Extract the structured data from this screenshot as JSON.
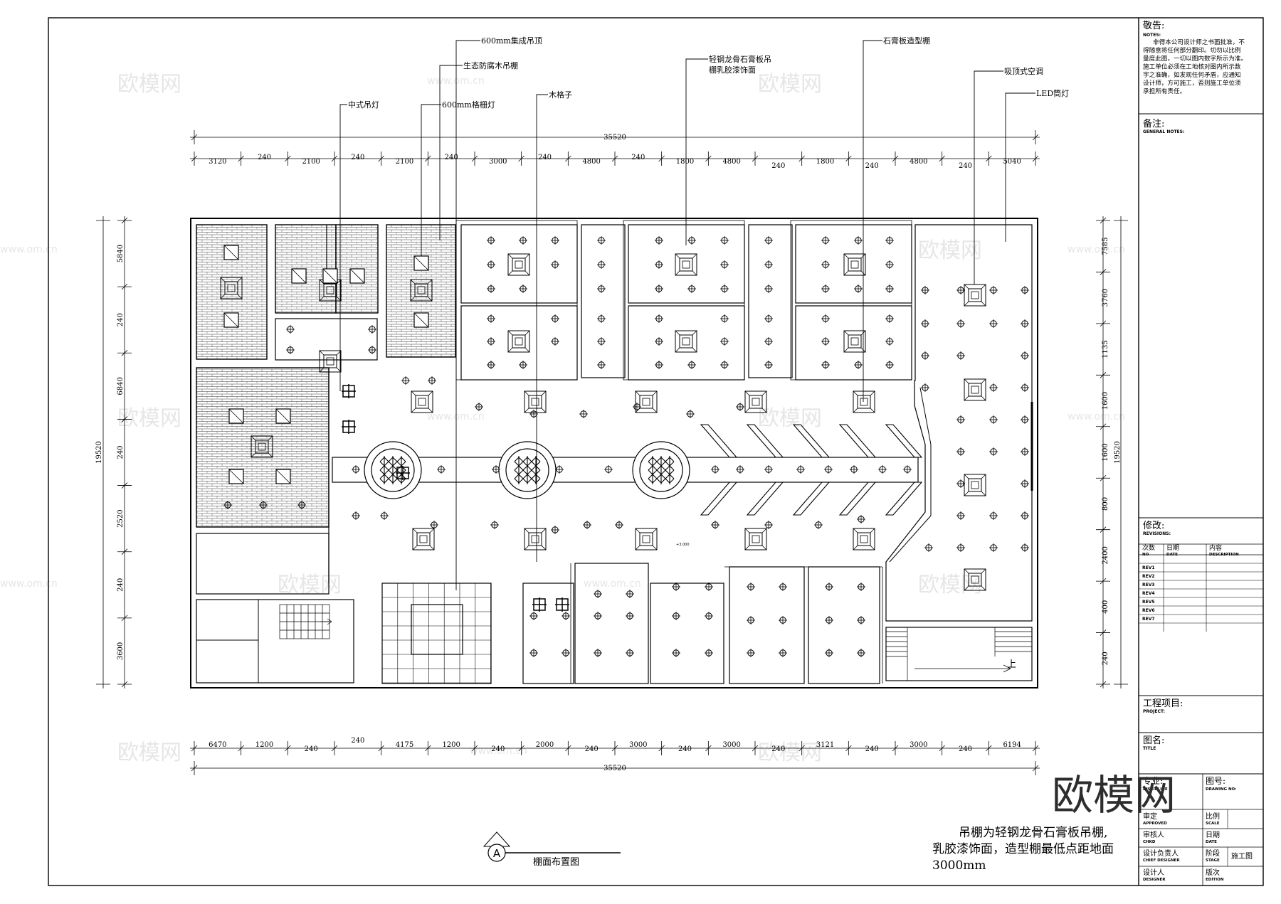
{
  "callouts": {
    "ceiling_600": "600mm集成吊顶",
    "wood_grille": "生态防腐木吊棚",
    "chinese_lamp": "中式吊灯",
    "grille_lamp": "600mm格栅灯",
    "wood_lattice": "木格子",
    "gypsum_finish_1": "轻钢龙骨石膏板吊",
    "gypsum_finish_2": "棚乳胶漆饰面",
    "gypsum_shaped": "石膏板造型棚",
    "ceiling_ac": "吸顶式空调",
    "led_downlight": "LED筒灯"
  },
  "dims_top": {
    "total": "35520",
    "segments": [
      "3120",
      "240",
      "2100",
      "240",
      "2100",
      "240",
      "3000",
      "240",
      "4800",
      "240",
      "1800",
      "4800",
      "240",
      "1800",
      "240",
      "4800",
      "240",
      "5040"
    ]
  },
  "dims_bottom": {
    "total": "35520",
    "segments": [
      "6470",
      "1200",
      "240",
      "240",
      "4175",
      "1200",
      "240",
      "2000",
      "240",
      "3000",
      "240",
      "3000",
      "240",
      "3121",
      "240",
      "3000",
      "240",
      "6194"
    ]
  },
  "dims_left": {
    "total": "19520",
    "segments": [
      "5840",
      "240",
      "6840",
      "240",
      "2520",
      "240",
      "3600"
    ]
  },
  "dims_right": {
    "total": "19520",
    "segments": [
      "7585",
      "3760",
      "1135",
      "1600",
      "1600",
      "800",
      "2400",
      "400",
      "240"
    ]
  },
  "room_labels": {
    "stair_up": "上",
    "elevation_tag": "+3.000"
  },
  "section_mark": {
    "letter": "A",
    "title": "棚面布置图"
  },
  "note": {
    "line1": "吊棚为轻钢龙骨石膏板吊棚,",
    "line2": "乳胶漆饰面，造型棚最低点距地面",
    "line3": "3000mm"
  },
  "title_block": {
    "notes_cn": "敬告:",
    "notes_en": "NOTES:",
    "notes_body": [
      "非得本公司设计师之书面批准，不",
      "得随意将任何部分翻印。切勿以比例",
      "量度此图，一切以图内数字所示为准。",
      "施工单位必须在工地核对图内所示数",
      "字之准确，如发现任何矛盾，应通知",
      "设计师，方可施工，否则施工单位须",
      "承担所有责任。"
    ],
    "general_cn": "备注:",
    "general_en": "GENERAL NOTES:",
    "revisions_cn": "修改:",
    "revisions_en": "REVISIONS:",
    "rev_headers": [
      [
        "次数",
        "NO"
      ],
      [
        "日期",
        "DATE"
      ],
      [
        "内容",
        "DESCRIPTION"
      ]
    ],
    "rev_rows": [
      "REV1",
      "REV2",
      "REV3",
      "REV4",
      "REV5",
      "REV6",
      "REV7"
    ],
    "project_cn": "工程项目:",
    "project_en": "PROJECT:",
    "title_cn": "图名:",
    "title_en": "TITLE",
    "discipline_cn": "专业:",
    "discipline_en": "DISCIPLINE",
    "drawing_no_cn": "图号:",
    "drawing_no_en": "DRAWING NO:",
    "approved_cn": "审定",
    "approved_en": "APPROVED",
    "checked_cn": "审核人",
    "checked_en": "CHKD",
    "chief_cn": "设计负责人",
    "chief_en": "CHIEF DESIGNER",
    "designer_cn": "设计人",
    "designer_en": "DESIGNER",
    "scale_cn": "比例",
    "scale_en": "SCALE",
    "date_cn": "日期",
    "date_en": "DATE",
    "stage_cn": "阶段",
    "stage_en": "STAGE",
    "stage_value": "施工图",
    "edition_cn": "版次",
    "edition_en": "EDITION"
  },
  "watermark": {
    "brand": "欧模网",
    "url": "www.om.cn",
    "big": "欧模网"
  }
}
